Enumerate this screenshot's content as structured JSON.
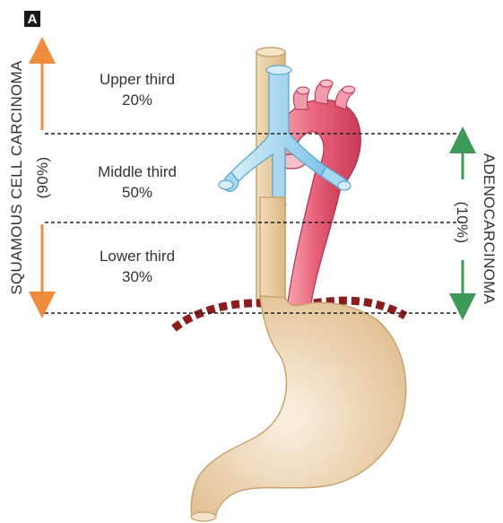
{
  "panel_label": "A",
  "regions": [
    {
      "name": "Upper third",
      "percent": "20%"
    },
    {
      "name": "Middle third",
      "percent": "50%"
    },
    {
      "name": "Lower third",
      "percent": "30%"
    }
  ],
  "left_axis": {
    "label": "SQUAMOUS CELL CARCINOMA",
    "percent": "(90%)",
    "color": "#f08a3c"
  },
  "right_axis": {
    "label": "ADENOCARCINOMA",
    "percent": "(10%)",
    "color": "#3f9a5a"
  },
  "colors": {
    "esophagus": "#e8c99a",
    "esophagus_outline": "#c9a36e",
    "vein": "#a6d8ef",
    "vein_outline": "#5aa8cf",
    "aorta": "#e8627a",
    "aorta_outline": "#b5304c",
    "diaphragm": "#8a1d1d"
  }
}
